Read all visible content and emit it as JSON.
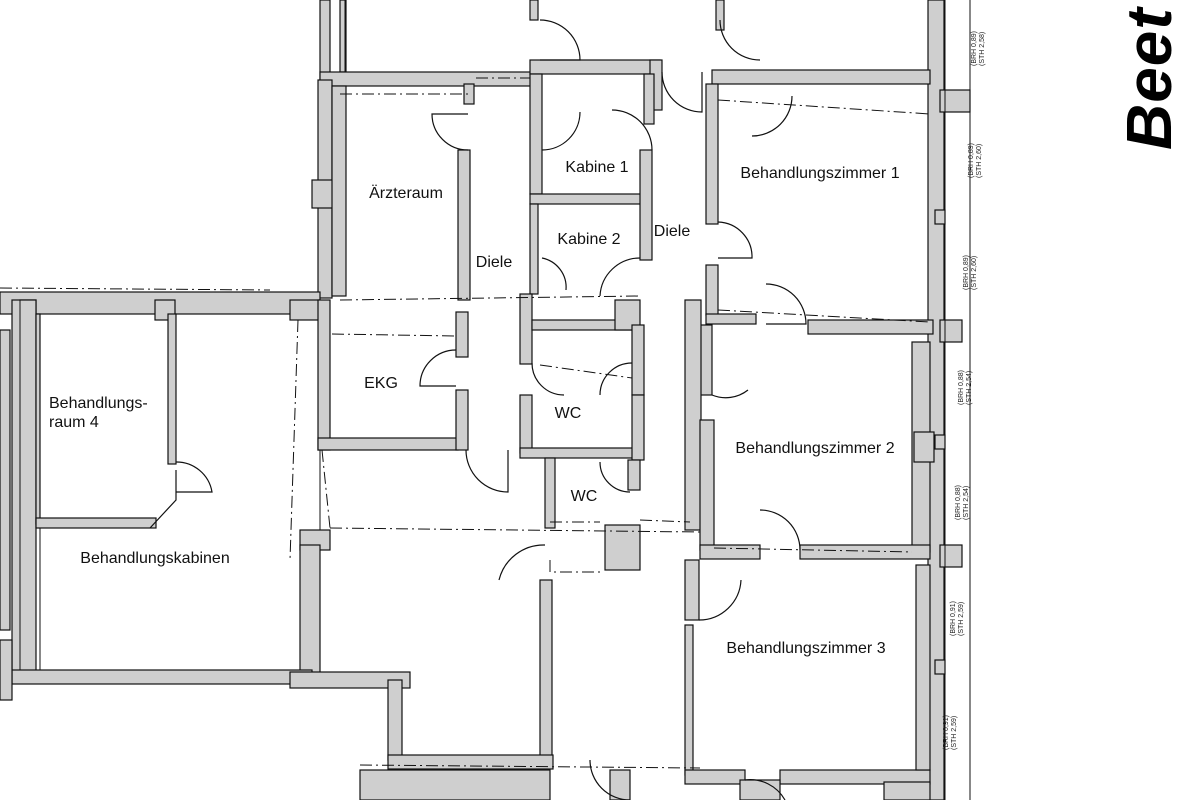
{
  "rooms": {
    "aerzteraum": "Ärzteraum",
    "kabine1": "Kabine 1",
    "kabine2": "Kabine 2",
    "diele_left": "Diele",
    "diele_right": "Diele",
    "ekg": "EKG",
    "wc1": "WC",
    "wc2": "WC",
    "behandlungsraum4_line1": "Behandlungs-",
    "behandlungsraum4_line2": "raum 4",
    "behandlungskabinen": "Behandlungskabinen",
    "behandlungszimmer1": "Behandlungszimmer 1",
    "behandlungszimmer2": "Behandlungszimmer 2",
    "behandlungszimmer3": "Behandlungszimmer 3"
  },
  "window_notes": {
    "w1": {
      "brh": "(BRH 0,89)",
      "sth": "(STH 2,58)"
    },
    "w2": {
      "brh": "(BRH 0,89)",
      "sth": "(STH 2,60)"
    },
    "w3": {
      "brh": "(BRH 0,89)",
      "sth": "(STH 2,60)"
    },
    "w4": {
      "brh": "(BRH 0,88)",
      "sth": "(STH 2,54)"
    },
    "w5": {
      "brh": "(BRH 0,88)",
      "sth": "(STH 2,54)"
    },
    "w6": {
      "brh": "(BRH 0,91)",
      "sth": "(STH 2,59)"
    },
    "w7": {
      "brh": "(BRH 0,91)",
      "sth": "(STH 2,59)"
    }
  },
  "street_name": "Beet",
  "colors": {
    "wall_fill": "#cfcfcf",
    "wall_stroke": "#111111",
    "background": "#ffffff"
  }
}
